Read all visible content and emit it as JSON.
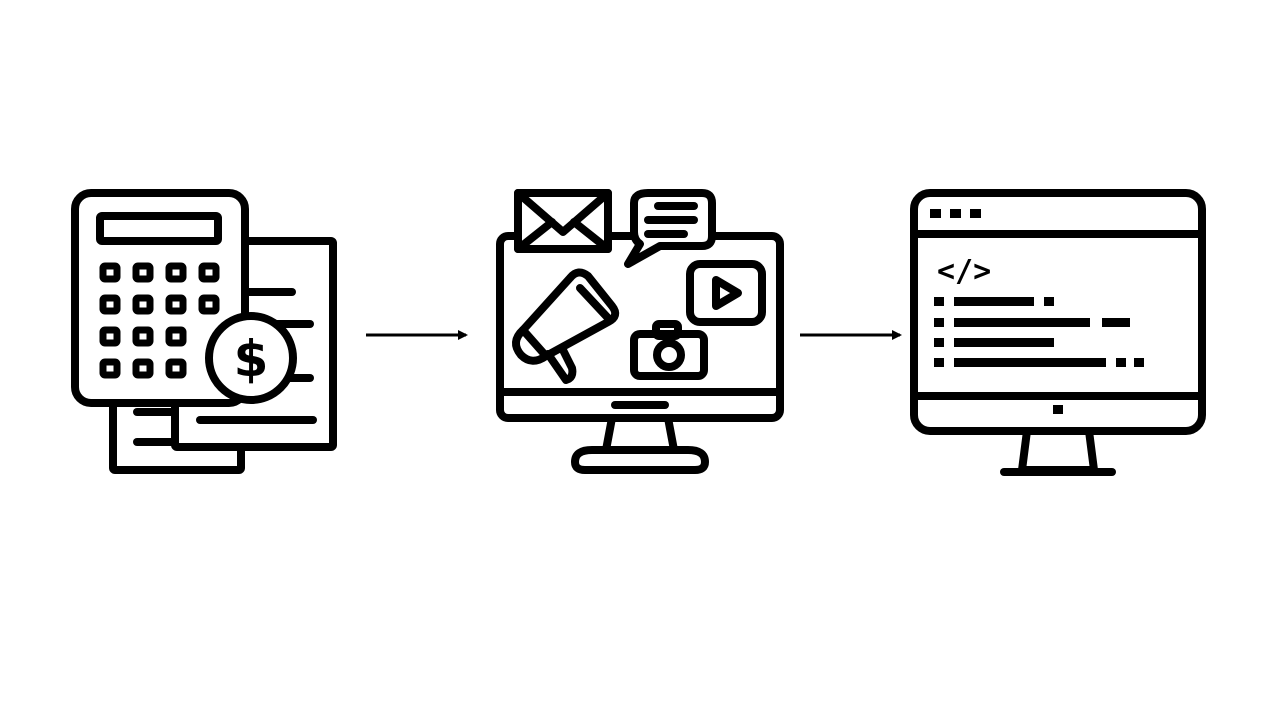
{
  "diagram": {
    "type": "process-flow",
    "stroke_color": "#000000",
    "background_color": "#ffffff",
    "steps": [
      {
        "icon": "calculator-invoice-dollar-icon",
        "dollar_symbol": "$"
      },
      {
        "icon": "digital-marketing-monitor-icon",
        "sub_icons": [
          "envelope-icon",
          "chat-bubble-icon",
          "play-video-icon",
          "megaphone-icon",
          "camera-icon"
        ]
      },
      {
        "icon": "code-editor-monitor-icon",
        "code_tag": "</>"
      }
    ],
    "connectors": [
      {
        "from": 0,
        "to": 1,
        "icon": "arrow-right-icon"
      },
      {
        "from": 1,
        "to": 2,
        "icon": "arrow-right-icon"
      }
    ]
  }
}
